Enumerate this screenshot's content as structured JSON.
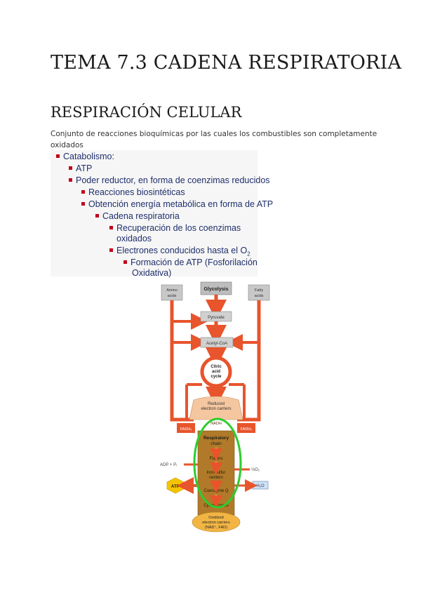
{
  "doc": {
    "title": "TEMA 7.3 CADENA RESPIRATORIA",
    "subtitle": "RESPIRACIÓN CELULAR",
    "intro": "Conjunto de reacciones bioquímicas por las cuales los combustibles son completamente oxidados"
  },
  "slide": {
    "items": [
      {
        "text": "Catabolismo:"
      },
      {
        "text": "ATP"
      },
      {
        "text": "Poder reductor, en forma de coenzimas reducidos"
      },
      {
        "text": "Reacciones biosintéticas"
      },
      {
        "text": "Obtención energía metabólica en forma de ATP"
      },
      {
        "text": "Cadena respiratoria"
      },
      {
        "text": "Recuperación de los coenzimas"
      },
      {
        "text": "oxidados"
      },
      {
        "text": "Electrones conducidos hasta el O"
      },
      {
        "text": "2"
      },
      {
        "text": "Formación de ATP (Fosforilación"
      },
      {
        "text": "Oxidativa)"
      }
    ]
  },
  "diagram": {
    "colors": {
      "arrow": "#e8542c",
      "box": "#c8c8c8",
      "chain": "#b07a2a",
      "oval": "#2ecc2e",
      "atp": "#f5c400",
      "bottom": "#f2b544"
    },
    "labels": {
      "glycolysis": "Glycolysis",
      "amino1": "Amino",
      "amino2": "acids",
      "fatty1": "Fatty",
      "fatty2": "acids",
      "pyruvate": "Pyruvate",
      "acetyl": "Acetyl-CoA",
      "citric1": "Citric",
      "citric2": "acid",
      "citric3": "cycle",
      "reduced1": "Reduced",
      "reduced2": "electron carriers",
      "nadh": "NADH",
      "fadh_left": "FADH₂",
      "fadh_right": "FADH₂",
      "resp1": "Respiratory",
      "resp2": "chain",
      "flavins": "Flavins",
      "iron1": "Iron-sulfur",
      "iron2": "centers",
      "coq": "Coenzyme Q",
      "cyto": "Cytochromes",
      "adp": "ADP + Pᵢ",
      "atp": "ATP",
      "o2": "½O₂",
      "h2o": "H₂O",
      "oxid1": "Oxidized",
      "oxid2": "electron carriers",
      "oxid3": "(NAD⁺, FAD)"
    }
  }
}
